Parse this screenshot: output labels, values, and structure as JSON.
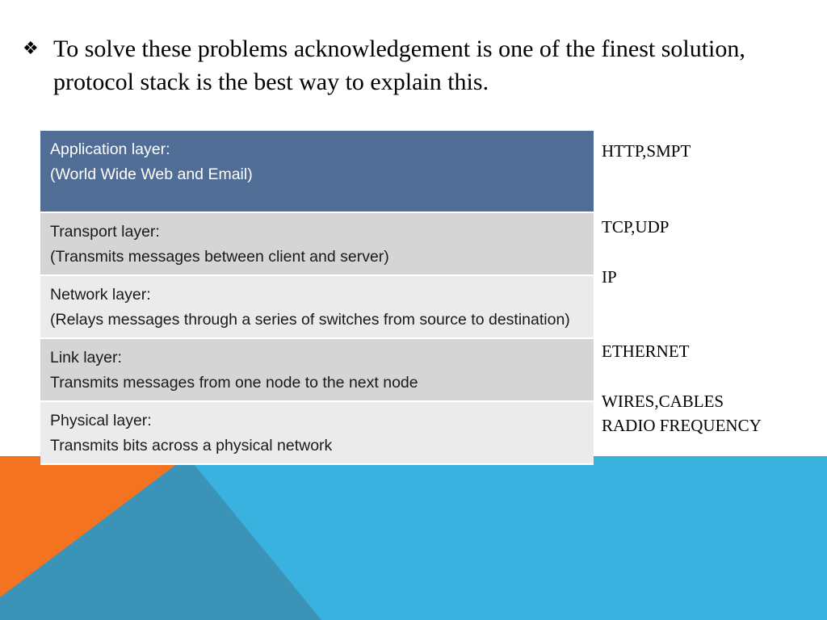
{
  "slide": {
    "bullet_icon": "diamond-bullet-icon",
    "bullet_marker": "❖",
    "bullet_text": "To solve these problems acknowledgement is one of the finest solution, protocol stack is the best way to explain this."
  },
  "colors": {
    "header_row": "#4f6d95",
    "row_dark": "#d5d5d5",
    "row_light": "#ebebeb",
    "accent_orange": "#f47321",
    "accent_blue": "#3ab2df",
    "accent_steel": "#3c93b8"
  },
  "layers": [
    {
      "title": "Application layer:",
      "description": "(World Wide Web  and Email)"
    },
    {
      "title": "Transport layer:",
      "description": "(Transmits messages between client and server)"
    },
    {
      "title": "Network layer:",
      "description": "(Relays messages through a series of switches from source to destination)"
    },
    {
      "title": "Link layer:",
      "description": "Transmits  messages from one node to the next node"
    },
    {
      "title": "Physical layer:",
      "description": "Transmits bits across a physical network"
    }
  ],
  "protocols": [
    {
      "label": "HTTP,SMPT"
    },
    {
      "label": "TCP,UDP"
    },
    {
      "label": "IP"
    },
    {
      "label": "ETHERNET"
    },
    {
      "label": "WIRES,CABLES\nRADIO FREQUENCY"
    }
  ]
}
